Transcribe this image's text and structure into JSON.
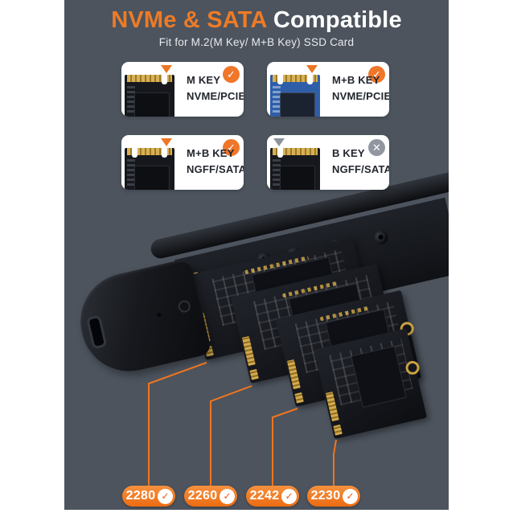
{
  "colors": {
    "accent_orange": "#ee7623",
    "panel_background": "#4d545e",
    "card_background": "#ffffff",
    "card_text": "#22262d",
    "incompatible_gray": "#9197a0"
  },
  "header": {
    "title_highlight": "NVMe & SATA",
    "title_rest": " Compatible",
    "subtitle": "Fit for M.2(M Key/ M+B Key) SSD Card"
  },
  "compat_cards": [
    {
      "key_type": "M KEY",
      "interface": "NVME/PCIE",
      "status": "compatible"
    },
    {
      "key_type": "M+B KEY",
      "interface": "NVME/PCIE",
      "status": "compatible"
    },
    {
      "key_type": "M+B KEY",
      "interface": "NGFF/SATA",
      "status": "compatible"
    },
    {
      "key_type": "B KEY",
      "interface": "NGFF/SATA",
      "status": "incompatible"
    }
  ],
  "ssd_lengths": [
    {
      "label": "2280",
      "supported": true
    },
    {
      "label": "2260",
      "supported": true
    },
    {
      "label": "2242",
      "supported": true
    },
    {
      "label": "2230",
      "supported": true
    }
  ],
  "icons": {
    "check": "✓",
    "cross": "✕"
  }
}
